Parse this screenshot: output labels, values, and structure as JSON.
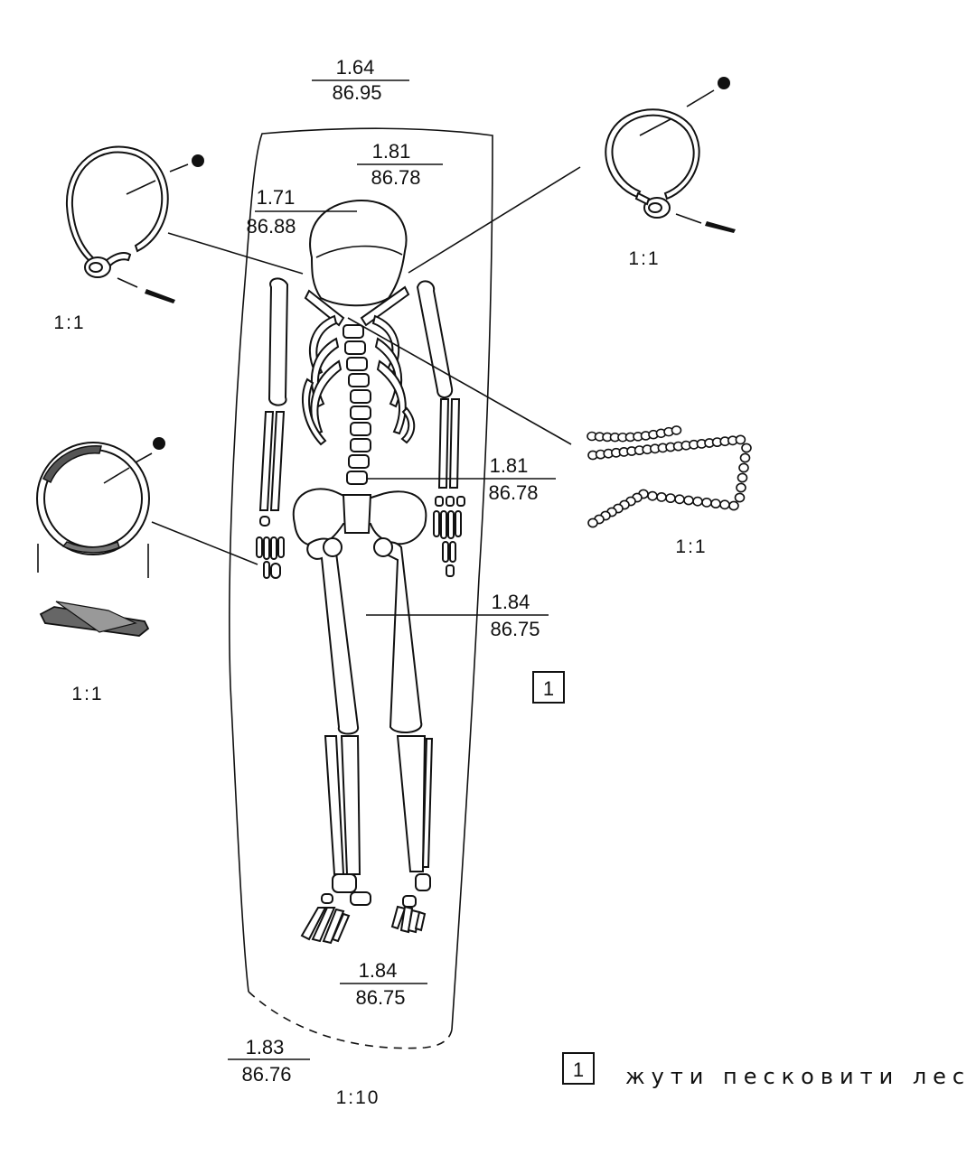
{
  "elevations": {
    "top": {
      "upper": "1.64",
      "lower": "86.95"
    },
    "head_right": {
      "upper": "1.81",
      "lower": "86.78"
    },
    "head_left": {
      "upper": "1.71",
      "lower": "86.88"
    },
    "pelvis": {
      "upper": "1.81",
      "lower": "86.78"
    },
    "knees": {
      "upper": "1.84",
      "lower": "86.75"
    },
    "feet": {
      "upper": "1.84",
      "lower": "86.75"
    },
    "bottom": {
      "upper": "1.83",
      "lower": "86.76"
    }
  },
  "scales": {
    "earring_left": "1:1",
    "earring_right": "1:1",
    "ring": "1:1",
    "necklace": "1:1",
    "grave": "1:10"
  },
  "fill_marker": "1",
  "legend": {
    "marker": "1",
    "text": "жути песковити лес"
  }
}
